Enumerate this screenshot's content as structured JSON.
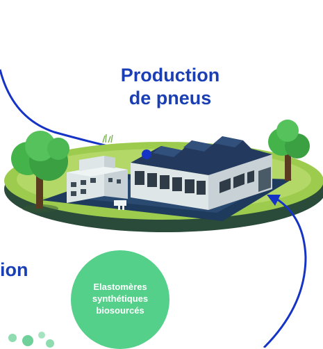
{
  "title": {
    "line1": "Production",
    "line2": "de pneus"
  },
  "left_label": "ion",
  "bubble": {
    "lines": [
      "Elastomères",
      "synthétiques",
      "biosourcés"
    ]
  },
  "colors": {
    "heading_blue": "#1a3fb5",
    "arrow_blue": "#1533c4",
    "ground_green": "#9ccb4e",
    "platform_navy": "#1e3a5c",
    "roof_blue": "#23395e",
    "bubble_green": "#55d08a",
    "tree_green": "#43b34a"
  },
  "icons": [
    "factory-illustration",
    "tree-icon",
    "office-building-icon",
    "arrow-head-icon",
    "connector-dot-icon"
  ]
}
